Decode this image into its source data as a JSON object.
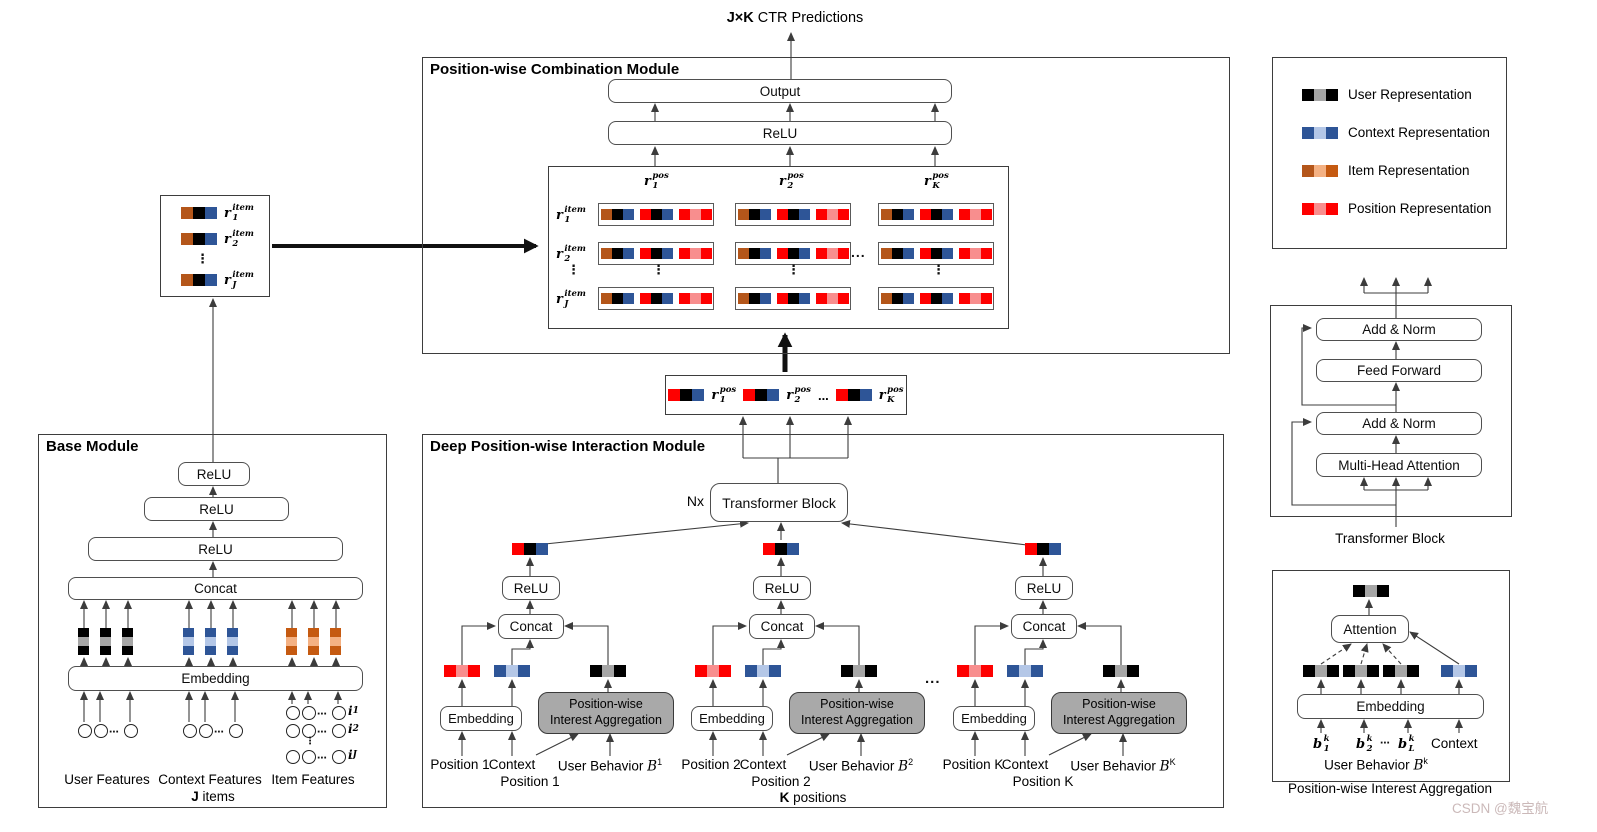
{
  "page": {
    "title_bold": "J×K",
    "title_rest": " CTR Predictions",
    "watermark": "CSDN @魏宝航"
  },
  "palette": {
    "user_representation": [
      "#000000",
      "#a6a6a6",
      "#000000"
    ],
    "context_representation": [
      "#2e5597",
      "#b4c7e7",
      "#2e5597"
    ],
    "item_representation": [
      "#b4561a",
      "#f4b183",
      "#c55a11"
    ],
    "position_representation": [
      "#fe0000",
      "#f88e8e",
      "#fe0000"
    ],
    "pos_output_vector": [
      "#fe0000",
      "#000000",
      "#2e5597"
    ],
    "item_output_vector": [
      "#b4561a",
      "#000000",
      "#2e5597"
    ],
    "aggregation_box_fill": "#a9a9a9"
  },
  "combination": {
    "title": "Position-wise Combination Module",
    "output": "Output",
    "relu": "ReLU",
    "cols": [
      {
        "b": "r",
        "sup": "pos",
        "sub": "1"
      },
      {
        "b": "r",
        "sup": "pos",
        "sub": "2"
      },
      {
        "b": "r",
        "sup": "pos",
        "sub": "K"
      }
    ],
    "rows": [
      {
        "b": "r",
        "sup": "item",
        "sub": "1"
      },
      {
        "b": "r",
        "sup": "item",
        "sub": "2"
      },
      {
        "b": "r",
        "sup": "item",
        "sub": "J"
      }
    ],
    "hdots": "...",
    "vdots": "⋮"
  },
  "item_box": {
    "rows": [
      {
        "b": "r",
        "sup": "item",
        "sub": "1"
      },
      {
        "b": "r",
        "sup": "item",
        "sub": "2"
      },
      {
        "b": "r",
        "sup": "item",
        "sub": "J"
      }
    ],
    "vdots": "⋮"
  },
  "pos_out": {
    "tokens": [
      {
        "b": "r",
        "sup": "pos",
        "sub": "1"
      },
      {
        "b": "r",
        "sup": "pos",
        "sub": "2"
      },
      {
        "b": "r",
        "sup": "pos",
        "sub": "K"
      }
    ],
    "dots": "..."
  },
  "base": {
    "title": "Base Module",
    "relu": "ReLU",
    "concat": "Concat",
    "embedding": "Embedding",
    "user_features": "User Features",
    "context_features": "Context Features",
    "item_features": "Item Features",
    "j_bold": "J",
    "j_rest": " items",
    "cdots": "⋯",
    "vdots": "⋮",
    "items": [
      {
        "b": "i",
        "sub": "1"
      },
      {
        "b": "i",
        "sub": "2"
      },
      {
        "b": "i",
        "sub": "J"
      }
    ]
  },
  "interaction": {
    "title": "Deep Position-wise Interaction Module",
    "nx": "Nx",
    "transformer": "Transformer Block",
    "relu": "ReLU",
    "concat": "Concat",
    "embedding": "Embedding",
    "pia1": "Position-wise",
    "pia2": "Interest Aggregation",
    "context": "Context",
    "dots": "...",
    "branches": [
      {
        "position_input": "Position 1",
        "behavior": "User Behavior ",
        "bmath": "B",
        "bsup": "1",
        "label": "Position 1"
      },
      {
        "position_input": "Position 2",
        "behavior": "User Behavior ",
        "bmath": "B",
        "bsup": "2",
        "label": "Position 2"
      },
      {
        "position_input": "Position K",
        "behavior": "User Behavior ",
        "bmath": "B",
        "bsup": "K",
        "label": "Position K"
      }
    ],
    "k_bold": "K",
    "k_rest": " positions"
  },
  "legend": {
    "items": [
      "User Representation",
      "Context Representation",
      "Item Representation",
      "Position Representation"
    ]
  },
  "transformer_detail": {
    "add_norm1": "Add & Norm",
    "feed_forward": "Feed Forward",
    "add_norm2": "Add & Norm",
    "mha": "Multi-Head Attention",
    "caption": "Transformer Block"
  },
  "pia_detail": {
    "attention": "Attention",
    "embedding": "Embedding",
    "b": [
      {
        "b": "b",
        "sup": "k",
        "sub": "1"
      },
      {
        "b": "b",
        "sup": "k",
        "sub": "2"
      },
      {
        "b": "b",
        "sup": "k",
        "sub": "L"
      }
    ],
    "cdots": "⋯",
    "context": "Context",
    "behavior": "User Behavior ",
    "bmath": "B",
    "bsup": "k",
    "caption": "Position-wise Interest Aggregation"
  }
}
